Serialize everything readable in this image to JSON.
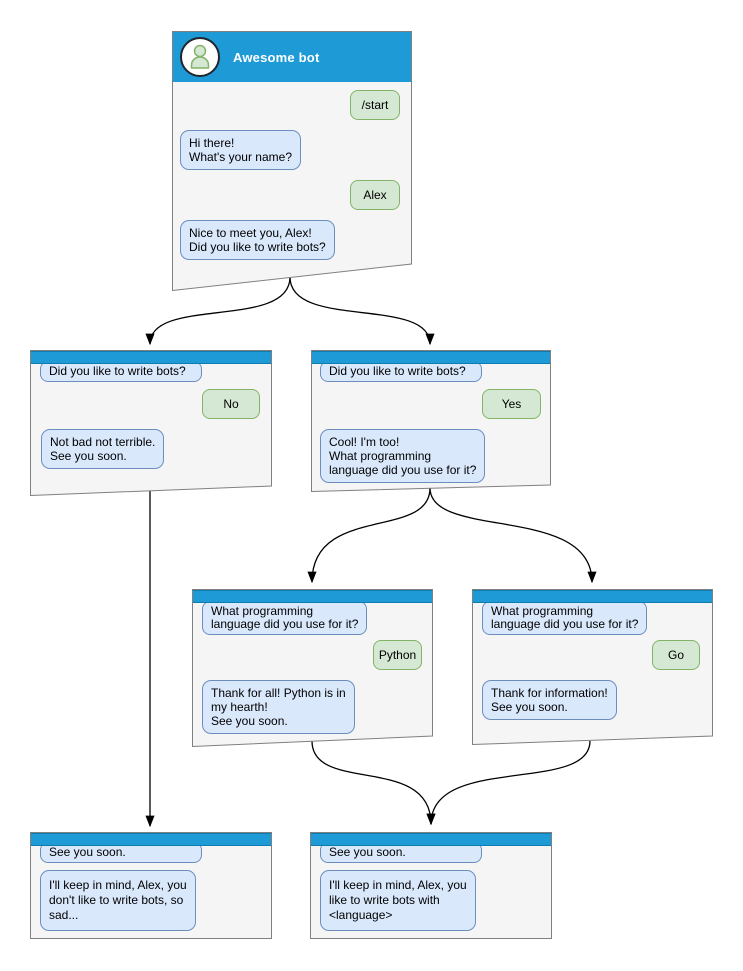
{
  "colors": {
    "header_blue": "#1E9BD7",
    "node_fill": "#F5F5F5",
    "node_border": "#808080",
    "bot_bubble_fill": "#DAE8FC",
    "bot_bubble_border": "#6C8EBF",
    "user_bubble_fill": "#D5E8D4",
    "user_bubble_border": "#82B366",
    "connector": "#000000"
  },
  "nodes": {
    "root": {
      "title": "Awesome bot",
      "avatar_icon": "person-icon",
      "user_start": "/start",
      "bot_greeting": "Hi there!\nWhat's your name?",
      "user_name": "Alex",
      "bot_question": "Nice to meet you, Alex!\nDid you like to write bots?"
    },
    "branch_no": {
      "echo": "Did you like to write bots?",
      "user_answer": "No",
      "bot_reply": "Not bad not terrible.\nSee you soon."
    },
    "branch_yes": {
      "echo": "Did you like to write bots?",
      "user_answer": "Yes",
      "bot_reply": "Cool! I'm too!\nWhat programming\nlanguage did you use for it?"
    },
    "branch_python": {
      "echo": "What programming\nlanguage did you use for it?",
      "user_answer": "Python",
      "bot_reply": "Thank for all! Python is in\nmy hearth!\nSee you soon."
    },
    "branch_go": {
      "echo": "What programming\nlanguage did you use for it?",
      "user_answer": "Go",
      "bot_reply": "Thank for information!\nSee you soon."
    },
    "end_no": {
      "echo": "See you soon.",
      "bot_reply": "I'll keep in mind, Alex, you\ndon't like to write bots, so\nsad..."
    },
    "end_yes": {
      "echo": "See you soon.",
      "bot_reply": "I'll keep in mind, Alex, you\nlike to write bots with\n<language>"
    }
  }
}
